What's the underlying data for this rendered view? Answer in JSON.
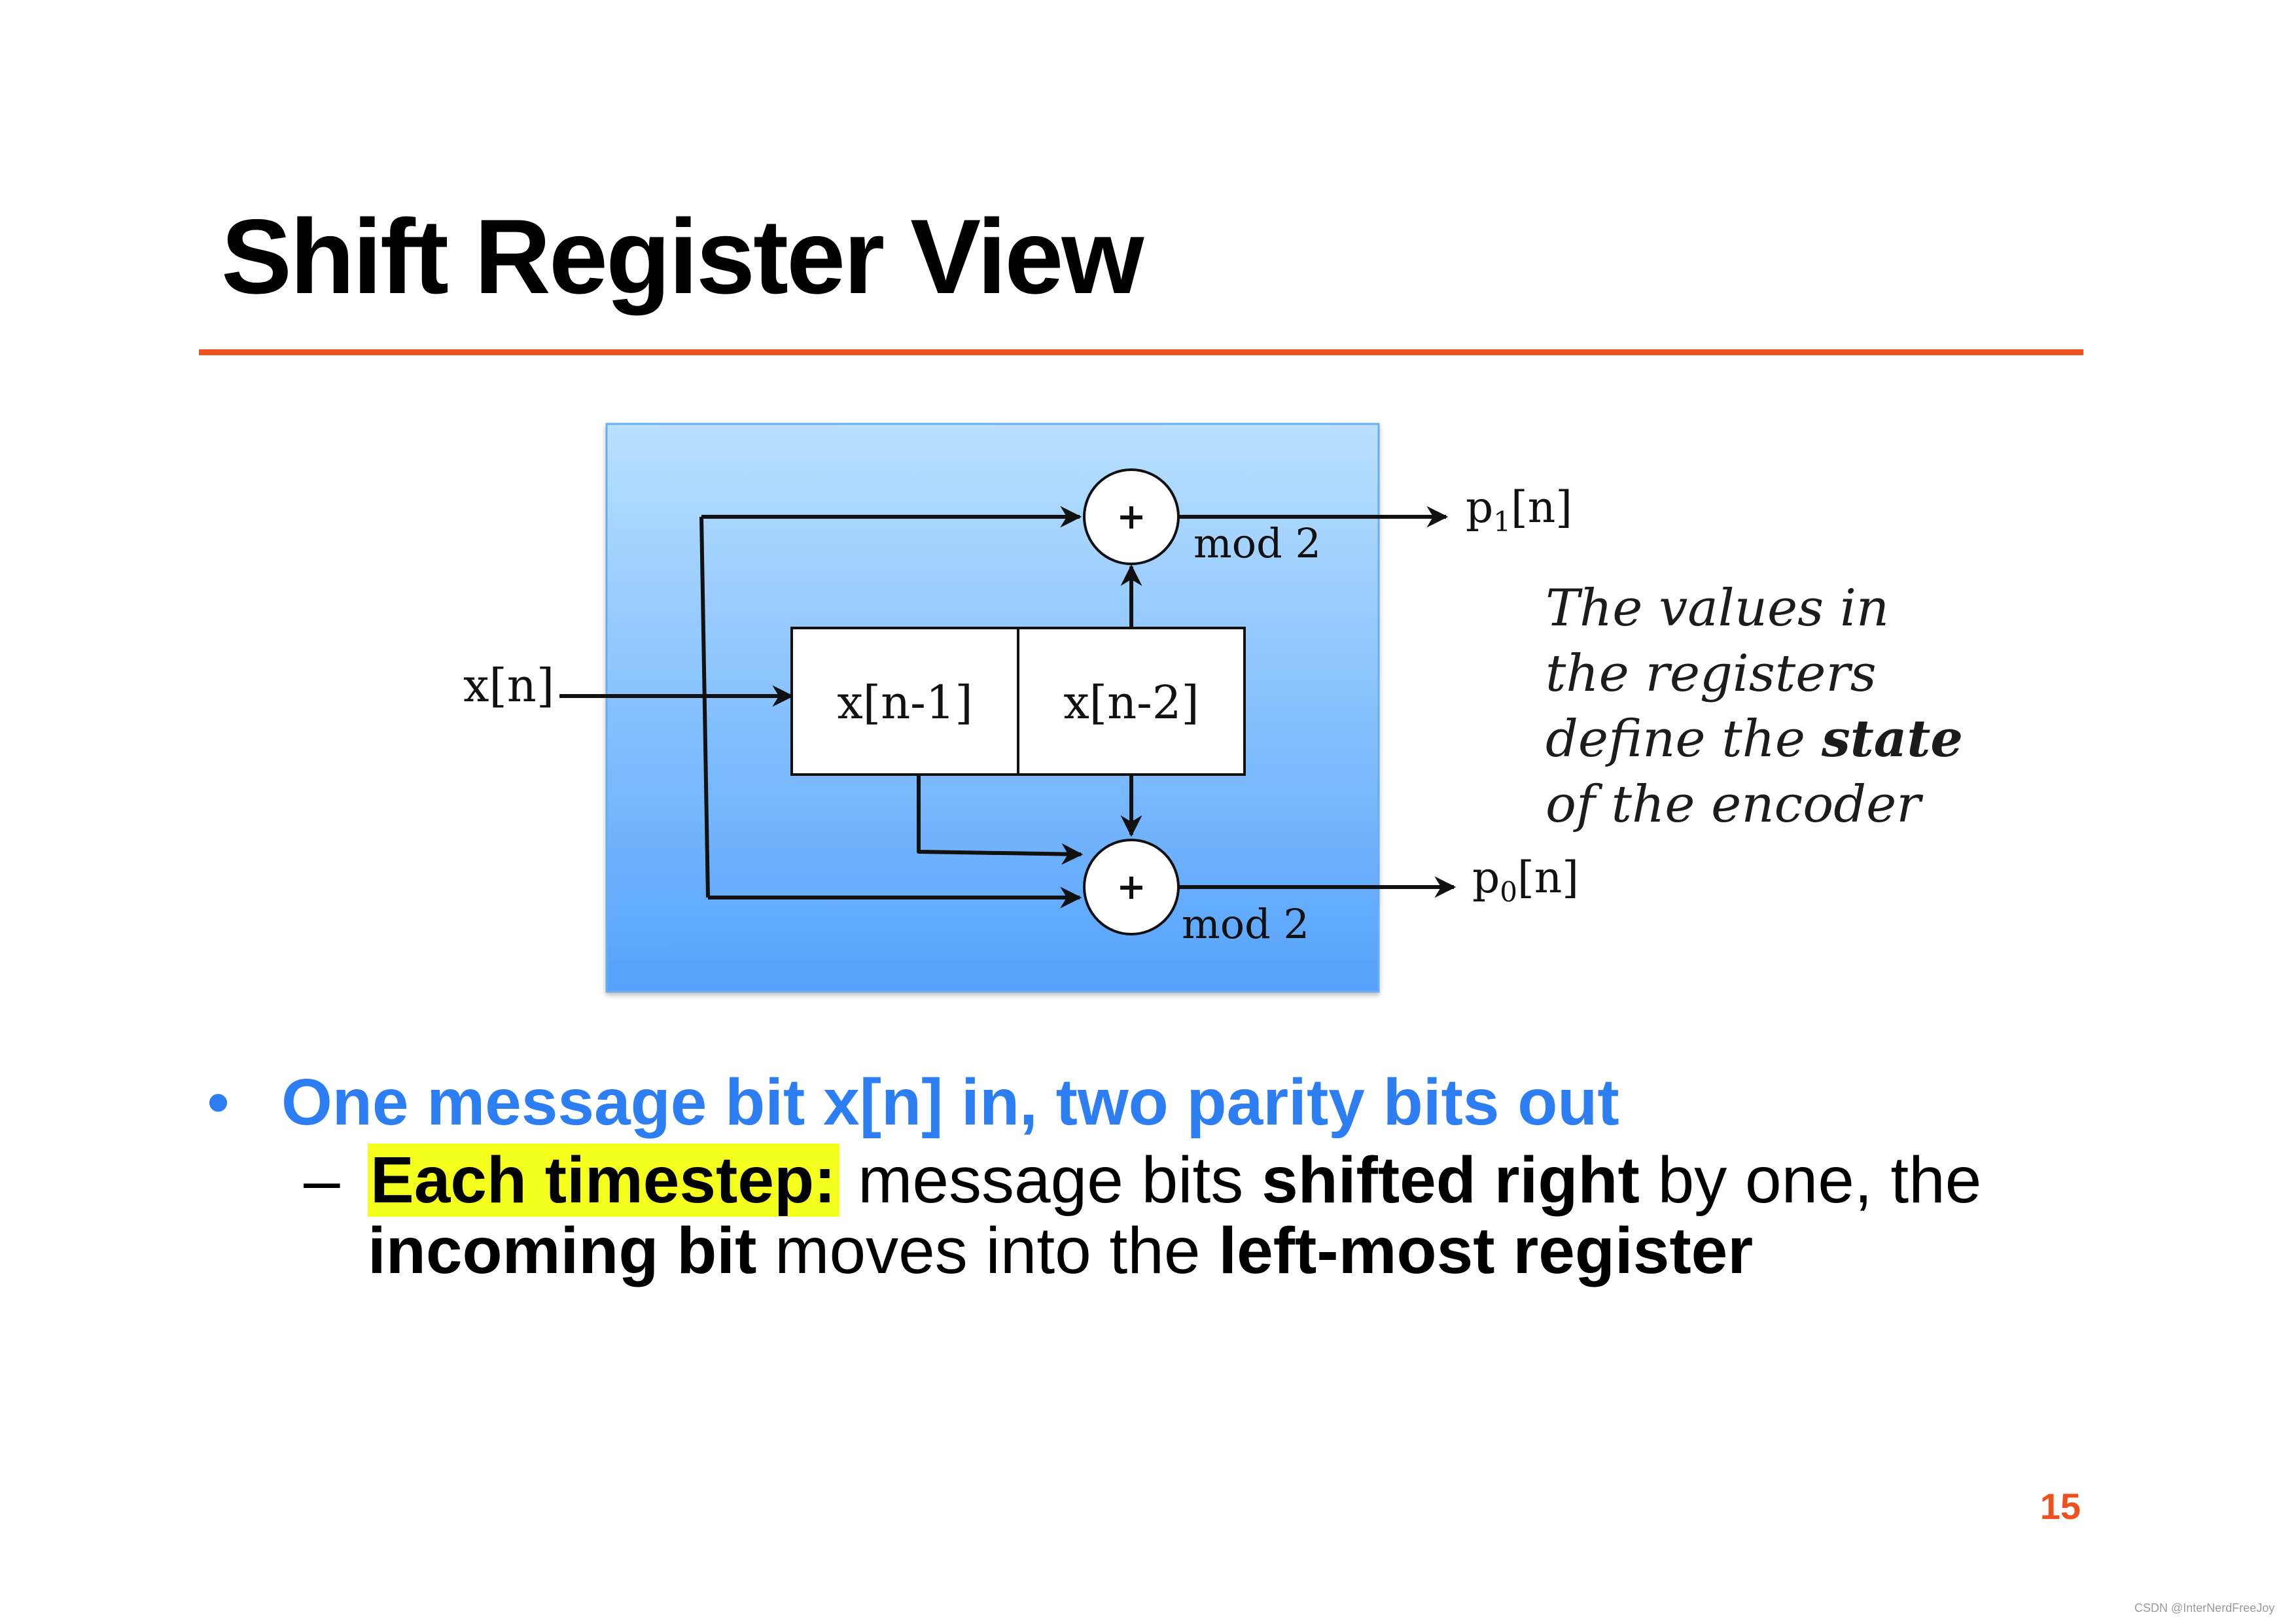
{
  "slide": {
    "title": "Shift Register View",
    "page_number": "15",
    "watermark": "CSDN @InterNerdFreeJoy",
    "accent_color": "#f0501e"
  },
  "diagram": {
    "background_colors": [
      "#b9e0ff",
      "#55a2fb"
    ],
    "input_label": "x[n]",
    "registers": [
      "x[n-1]",
      "x[n-2]"
    ],
    "adder_symbol": "+",
    "top_adder_mod": "mod 2",
    "bottom_adder_mod": "mod 2",
    "output_top": {
      "base": "p",
      "sub": "1",
      "suffix": "[n]"
    },
    "output_bottom": {
      "base": "p",
      "sub": "0",
      "suffix": "[n]"
    }
  },
  "side_note": {
    "line1": "The values in",
    "line2": "the registers",
    "line3_pre": "define the ",
    "line3_bold": "state",
    "line4": "of the encoder"
  },
  "bullets": {
    "level1_marker": "•",
    "level1_text": "One message bit x[n] in, two parity bits out",
    "level1_color": "#2d7ef2",
    "level2_marker": "–",
    "highlight": "Each timestep:",
    "highlight_color": "#f5ff1e",
    "t1": " message bits ",
    "b1": "shifted right",
    "t2": " by one, the",
    "b2": "incoming bit",
    "t3": " moves into the ",
    "b3": "left-most register"
  }
}
